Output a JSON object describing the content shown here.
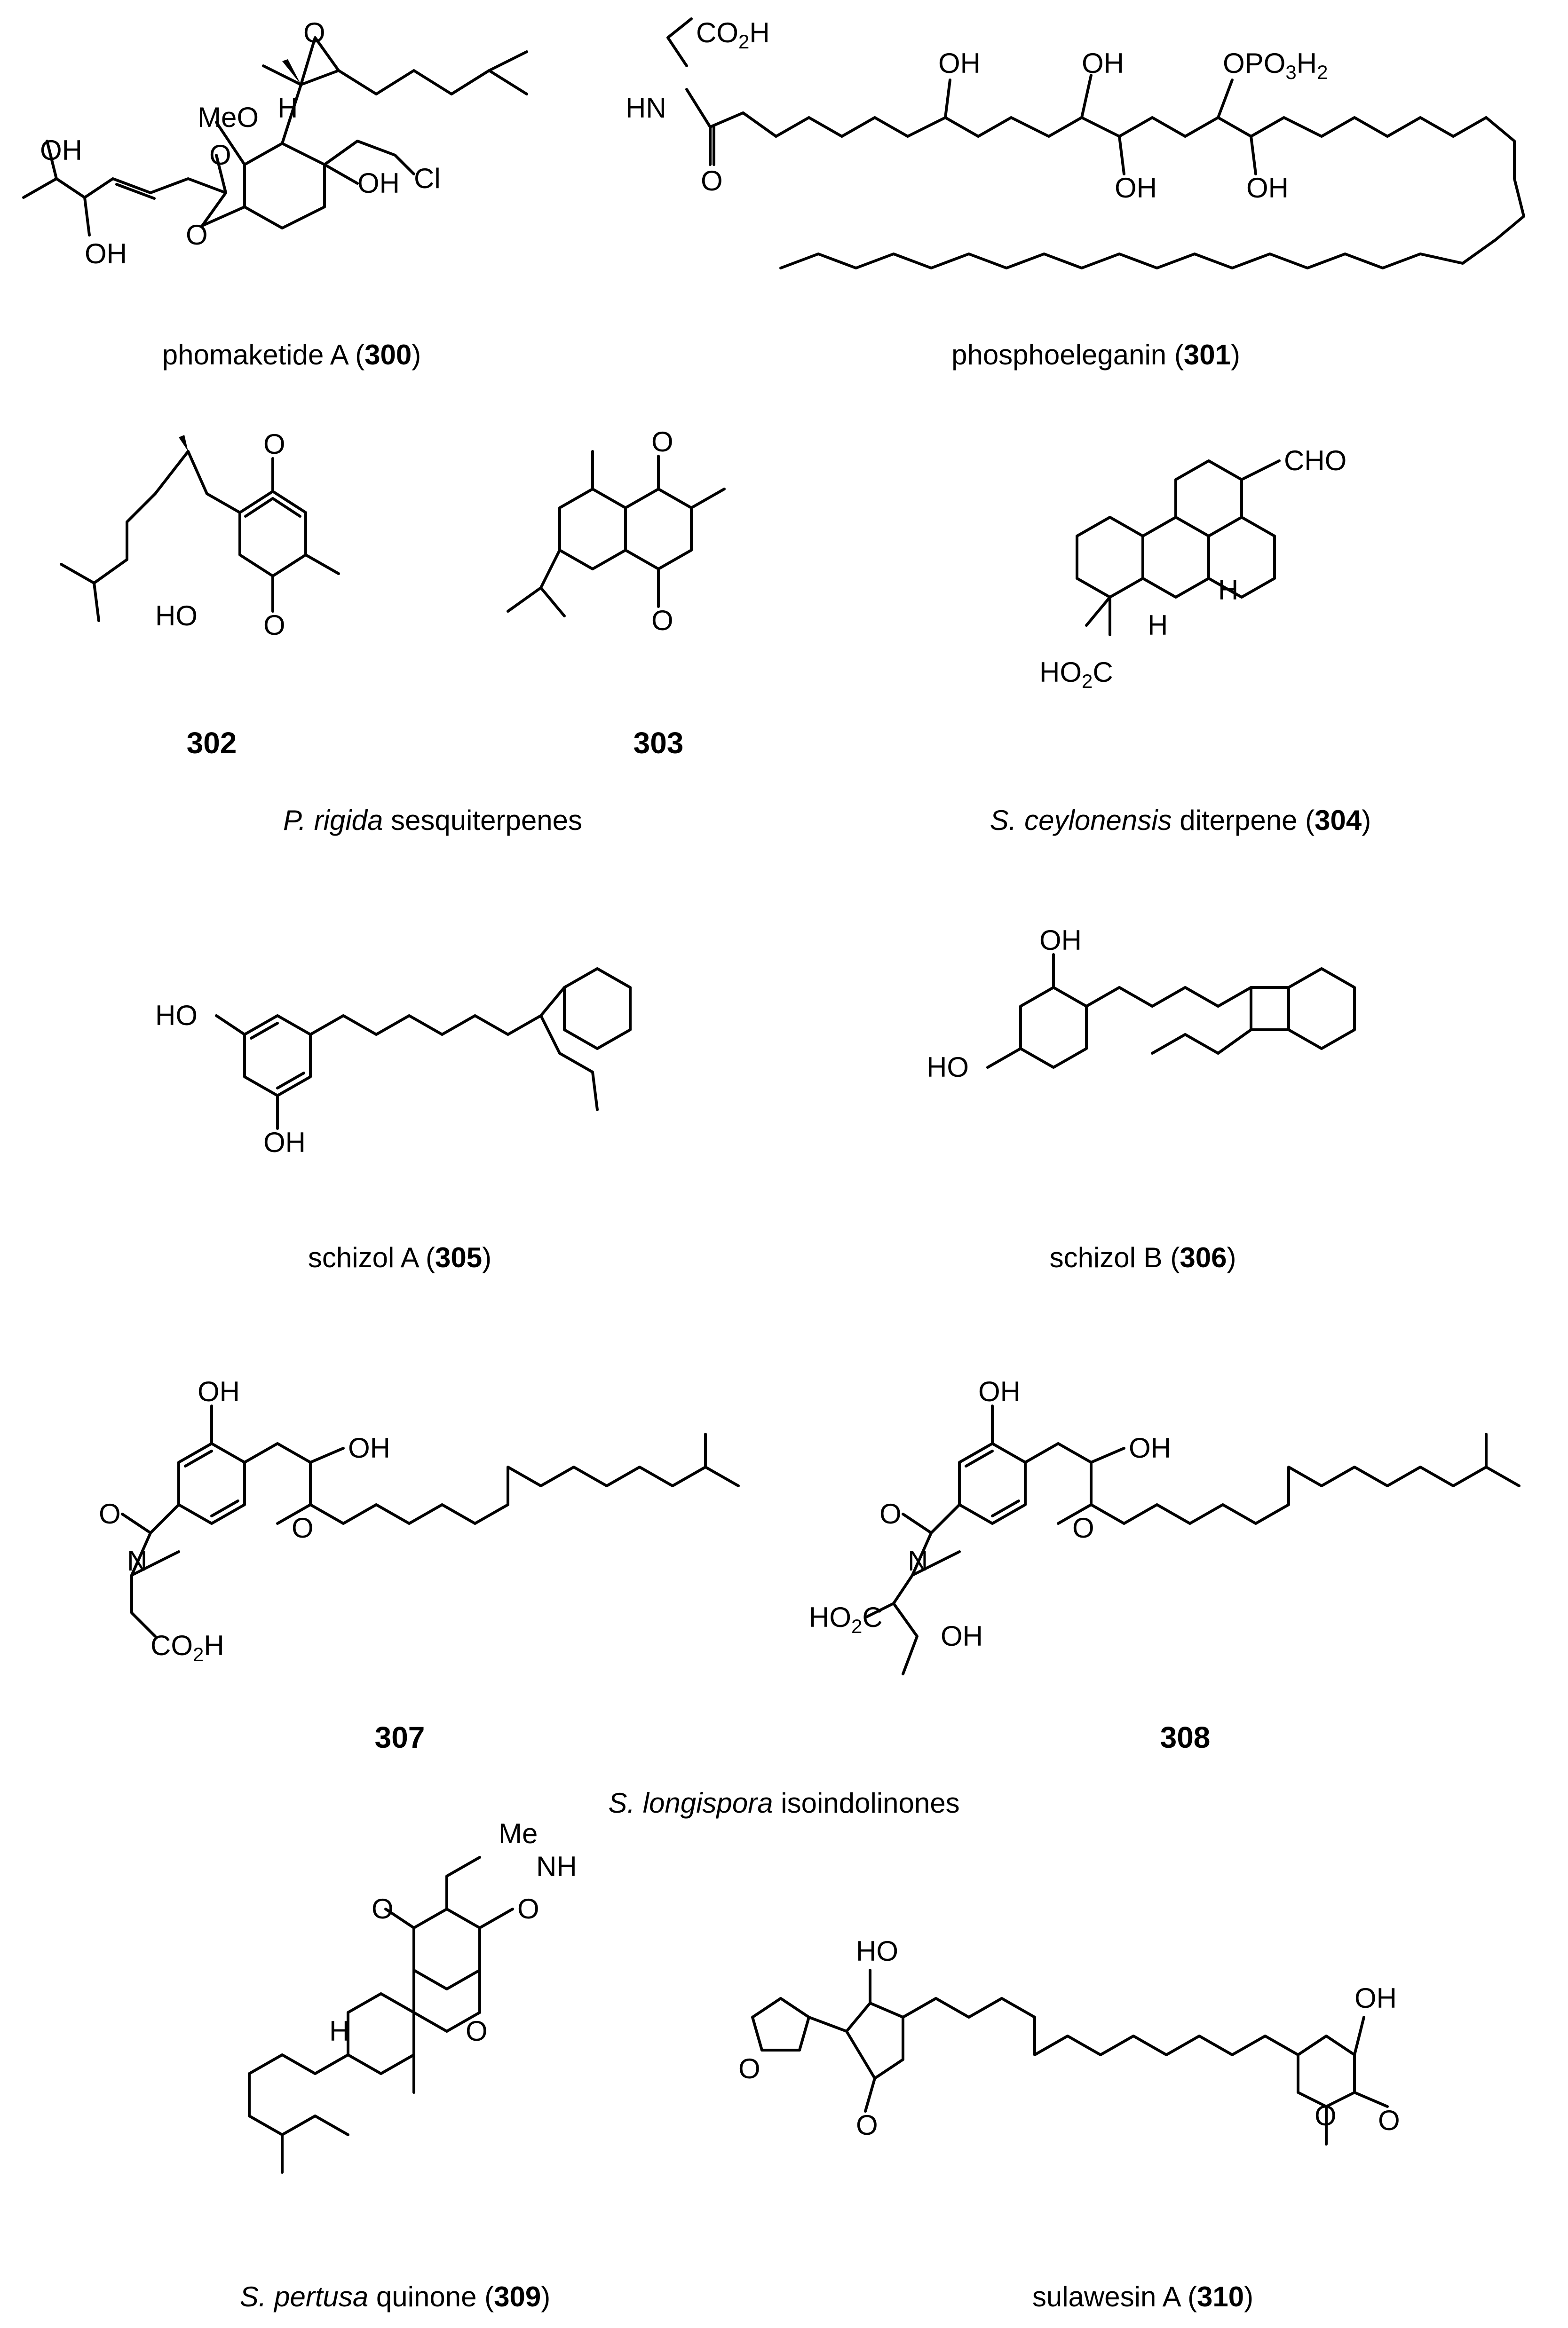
{
  "compounds": [
    {
      "id": "300",
      "name": "phomaketide A",
      "caption_prefix": "phomaketide A (",
      "number": "300",
      "caption_suffix": ")"
    },
    {
      "id": "301",
      "name": "phosphoeleganin",
      "caption_prefix": "phosphoeleganin (",
      "number": "301",
      "caption_suffix": ")"
    },
    {
      "id": "302",
      "number": "302"
    },
    {
      "id": "303",
      "number": "303"
    },
    {
      "id": "304",
      "number": "304",
      "caption_italic": "S. ceylonensis",
      "caption_prefix": " diterpene (",
      "caption_suffix": ")"
    },
    {
      "id": "305",
      "name": "schizol A",
      "caption_prefix": "schizol A (",
      "number": "305",
      "caption_suffix": ")"
    },
    {
      "id": "306",
      "name": "schizol B",
      "caption_prefix": "schizol B (",
      "number": "306",
      "caption_suffix": ")"
    },
    {
      "id": "307",
      "number": "307"
    },
    {
      "id": "308",
      "number": "308"
    },
    {
      "id": "309",
      "number": "309",
      "caption_italic": "S. pertusa",
      "caption_prefix": " quinone (",
      "caption_suffix": ")"
    },
    {
      "id": "310",
      "name": "sulawesin A",
      "caption_prefix": "sulawesin A (",
      "number": "310",
      "caption_suffix": ")"
    }
  ],
  "group_captions": {
    "p_rigida": {
      "italic": "P. rigida",
      "text": " sesquiterpenes"
    },
    "s_longispora": {
      "italic": "S. longispora",
      "text": " isoindolinones"
    }
  },
  "atom_labels": {
    "OH": "OH",
    "O": "O",
    "MeO": "MeO",
    "H": "H",
    "Cl": "Cl",
    "CO2H_main": "CO",
    "CO2H_sub": "2",
    "CO2H_tail": "H",
    "HN": "HN",
    "OPO3H2_a": "OPO",
    "OPO3H2_b": "3",
    "OPO3H2_c": "H",
    "OPO3H2_d": "2",
    "HO": "HO",
    "CHO": "CHO",
    "HO2C_a": "HO",
    "HO2C_b": "2",
    "HO2C_c": "C",
    "N": "N",
    "Me": "Me",
    "NH": "NH"
  }
}
